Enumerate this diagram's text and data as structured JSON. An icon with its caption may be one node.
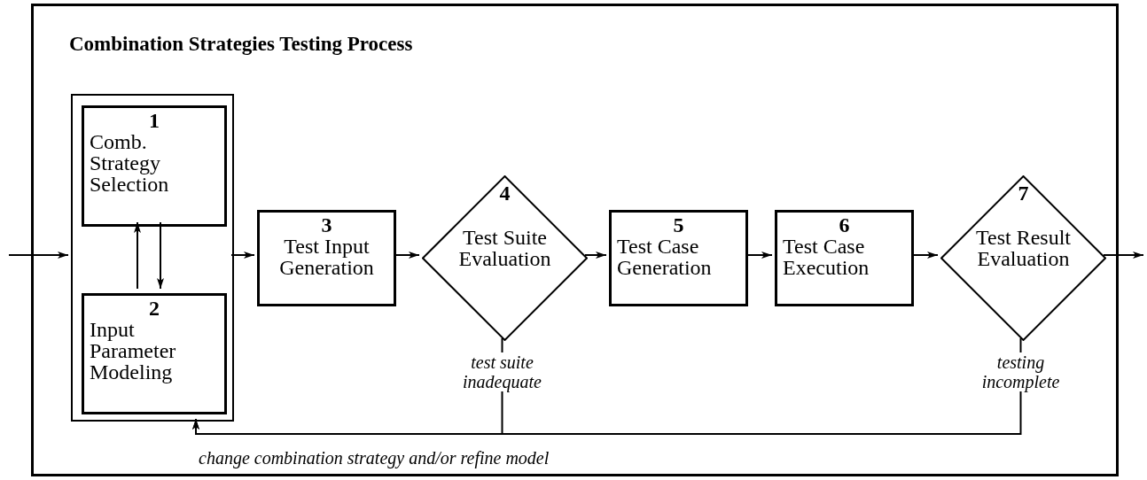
{
  "diagram": {
    "title": "Combination Strategies Testing Process",
    "nodes": [
      {
        "text": [],
        "shape": "box"
      },
      {
        "text": [],
        "shape": "box",
        "in": 0
      },
      {
        "text": [
          "1",
          "Comb. Strategy Selection"
        ],
        "in": 1
      },
      {
        "text": [
          "2",
          "Input Parameter Modeling"
        ],
        "in": 1
      },
      {
        "text": [
          "3",
          "Test Input Generation"
        ],
        "in": 0
      },
      {
        "text": [
          "4",
          "Test Suite Evaluation"
        ],
        "in": 0
      },
      {
        "text": [
          "5",
          "Test Case Generation"
        ],
        "in": 0
      },
      {
        "text": [
          "6",
          "Test Case Execution"
        ],
        "in": 0
      },
      {
        "text": [
          "7",
          "Test Result Evaluation"
        ],
        "in": 0
      }
    ],
    "edges": [
      {
        "from": null,
        "to": 1,
        "arrow": "to"
      },
      {
        "from": 2,
        "to": 3,
        "arrow": "to"
      },
      {
        "from": 3,
        "to": 2,
        "arrow": "to"
      },
      {
        "from": 1,
        "to": 4,
        "arrow": "to"
      },
      {
        "from": 4,
        "to": 5,
        "arrow": "to"
      },
      {
        "from": 5,
        "to": 6,
        "arrow": "to"
      },
      {
        "from": 6,
        "to": 7,
        "arrow": "to"
      },
      {
        "from": 7,
        "to": 8,
        "arrow": "to"
      },
      {
        "from": 8,
        "to": null,
        "arrow": "to"
      },
      {
        "from": 5,
        "to": 1,
        "arrow": "to",
        "label": "test suite inadequate"
      },
      {
        "from": 8,
        "to": 1,
        "arrow": "to",
        "label": "testing incomplete"
      }
    ],
    "labels": [
      "change combination strategy and/or refine model"
    ]
  }
}
